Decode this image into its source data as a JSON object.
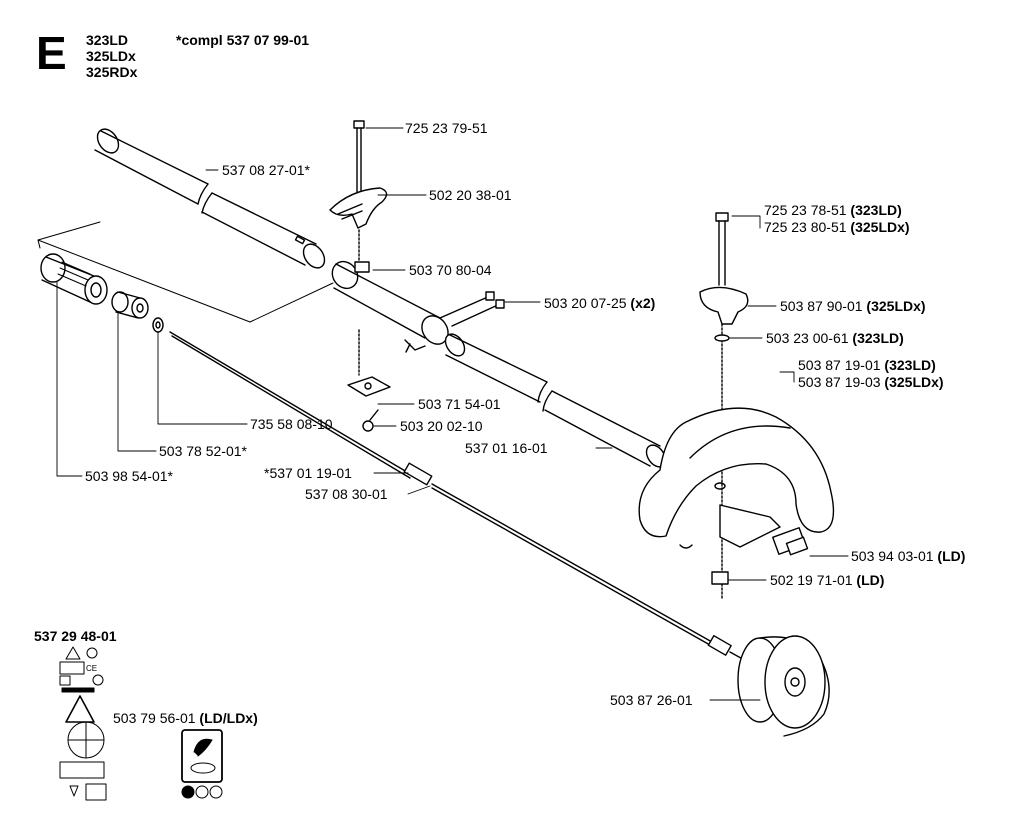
{
  "header": {
    "section_letter": "E",
    "models": [
      "323LD",
      "325LDx",
      "325RDx"
    ],
    "complete_note": "*compl 537 07 99-01"
  },
  "parts": [
    {
      "id": "p1",
      "number": "725 23 79-51",
      "note": ""
    },
    {
      "id": "p2",
      "number": "537 08 27-01*",
      "note": ""
    },
    {
      "id": "p3",
      "number": "502 20 38-01",
      "note": ""
    },
    {
      "id": "p4",
      "number": "725 23 78-51",
      "note": "(323LD)"
    },
    {
      "id": "p5",
      "number": "725 23 80-51",
      "note": "(325LDx)"
    },
    {
      "id": "p6",
      "number": "503 70 80-04",
      "note": ""
    },
    {
      "id": "p7",
      "number": "503 20 07-25",
      "note": "(x2)"
    },
    {
      "id": "p8",
      "number": "503 87 90-01",
      "note": "(325LDx)"
    },
    {
      "id": "p9",
      "number": "503 23 00-61",
      "note": "(323LD)"
    },
    {
      "id": "p10",
      "number": "503 87 19-01",
      "note": "(323LD)"
    },
    {
      "id": "p11",
      "number": "503 87 19-03",
      "note": "(325LDx)"
    },
    {
      "id": "p12",
      "number": "503 71 54-01",
      "note": ""
    },
    {
      "id": "p13",
      "number": "735 58 08-10",
      "note": ""
    },
    {
      "id": "p14",
      "number": "503 20 02-10",
      "note": ""
    },
    {
      "id": "p15",
      "number": "537 01 16-01",
      "note": ""
    },
    {
      "id": "p16",
      "number": "503 78 52-01*",
      "note": ""
    },
    {
      "id": "p17",
      "number": "*537 01 19-01",
      "note": ""
    },
    {
      "id": "p18",
      "number": "503 98 54-01*",
      "note": ""
    },
    {
      "id": "p19",
      "number": "537 08 30-01",
      "note": ""
    },
    {
      "id": "p20",
      "number": "503 94 03-01",
      "note": "(LD)"
    },
    {
      "id": "p21",
      "number": "502 19 71-01",
      "note": "(LD)"
    },
    {
      "id": "p22",
      "number": "503 87 26-01",
      "note": ""
    },
    {
      "id": "p23",
      "number": "503 79 56-01",
      "note": "(LD/LDx)"
    }
  ],
  "decal_kit": {
    "number": "537 29 48-01",
    "ce_mark": "CE"
  }
}
